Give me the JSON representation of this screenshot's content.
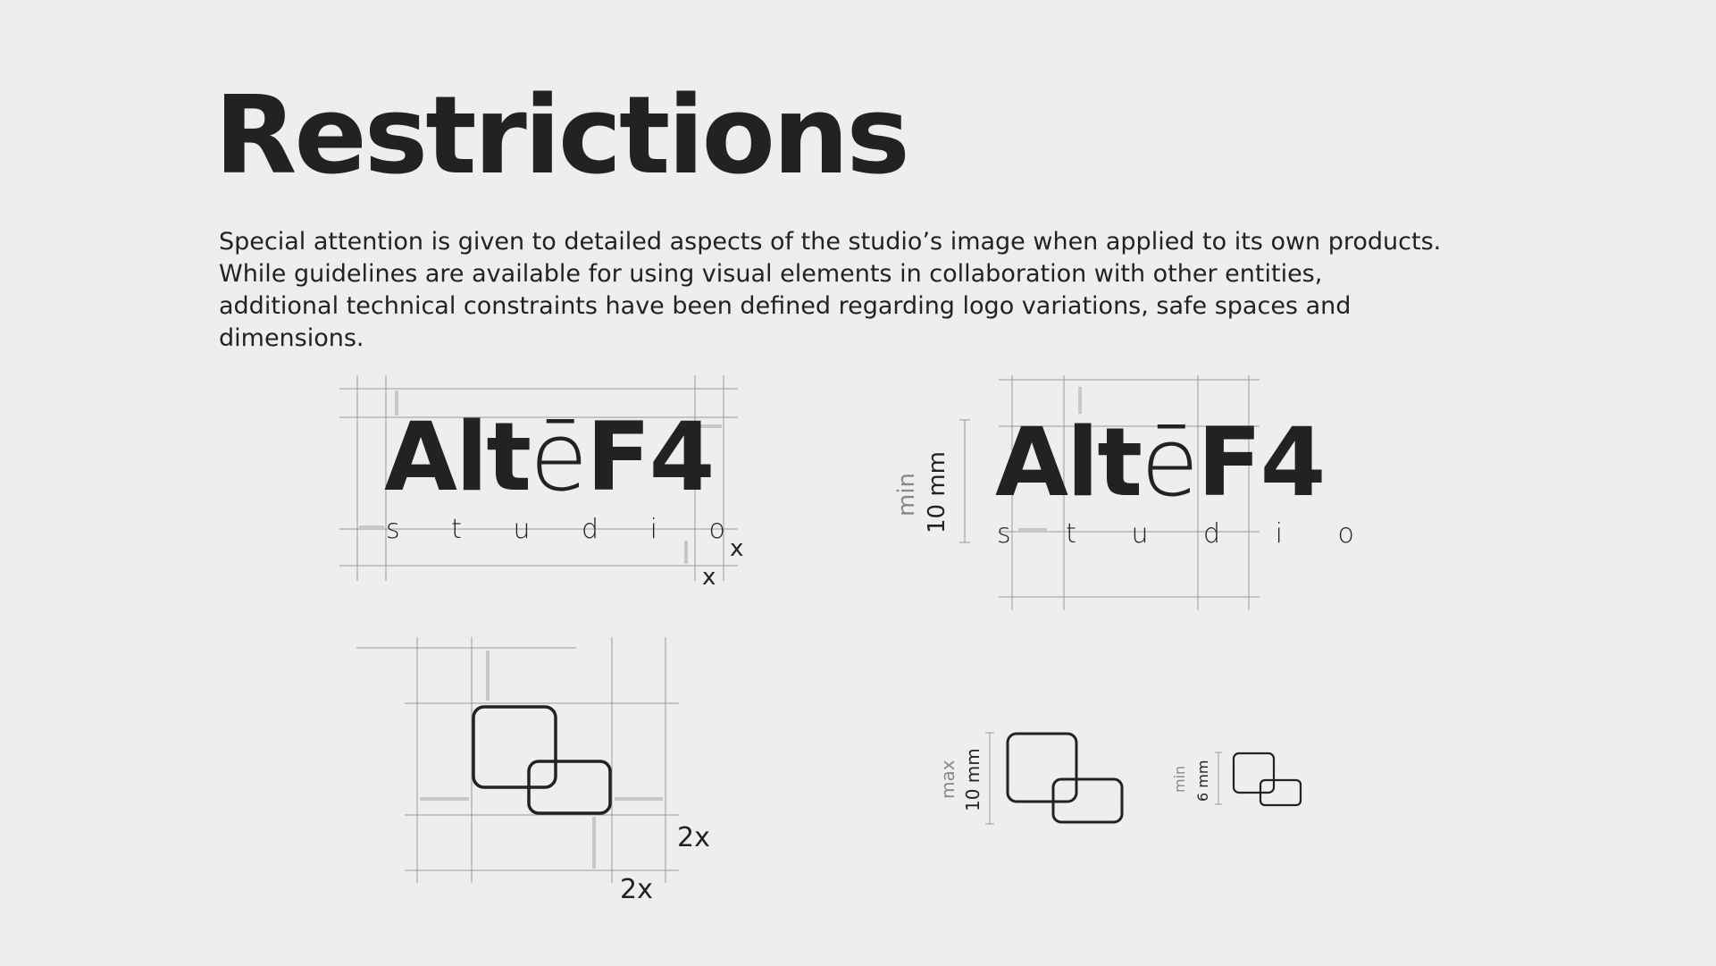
{
  "page": {
    "title": "Restrictions",
    "intro": [
      "Special attention is given to detailed aspects of the studio’s image when applied to its own products.",
      "While guidelines are available for using visual elements in collaboration with other entities,",
      "additional technical constraints have been defined regarding logo variations, safe spaces and",
      "dimensions."
    ]
  },
  "logo": {
    "word_start": "Alt",
    "word_accent": "ē",
    "word_end": "F4",
    "subline": "s t u d i o"
  },
  "clearspace_wordmark": {
    "label_right": "x",
    "label_bottom": "x"
  },
  "min_wordmark": {
    "qualifier": "min",
    "measure": "10 mm"
  },
  "clearspace_symbol": {
    "label_right": "2x",
    "label_bottom": "2x"
  },
  "symbol_max": {
    "qualifier": "max",
    "measure": "10 mm"
  },
  "symbol_min": {
    "qualifier": "min",
    "measure": "6 mm"
  },
  "colors": {
    "background": "#eeeeee",
    "ink": "#222222",
    "guide": "#9a9a9a",
    "marker": "#c8c8c8"
  }
}
